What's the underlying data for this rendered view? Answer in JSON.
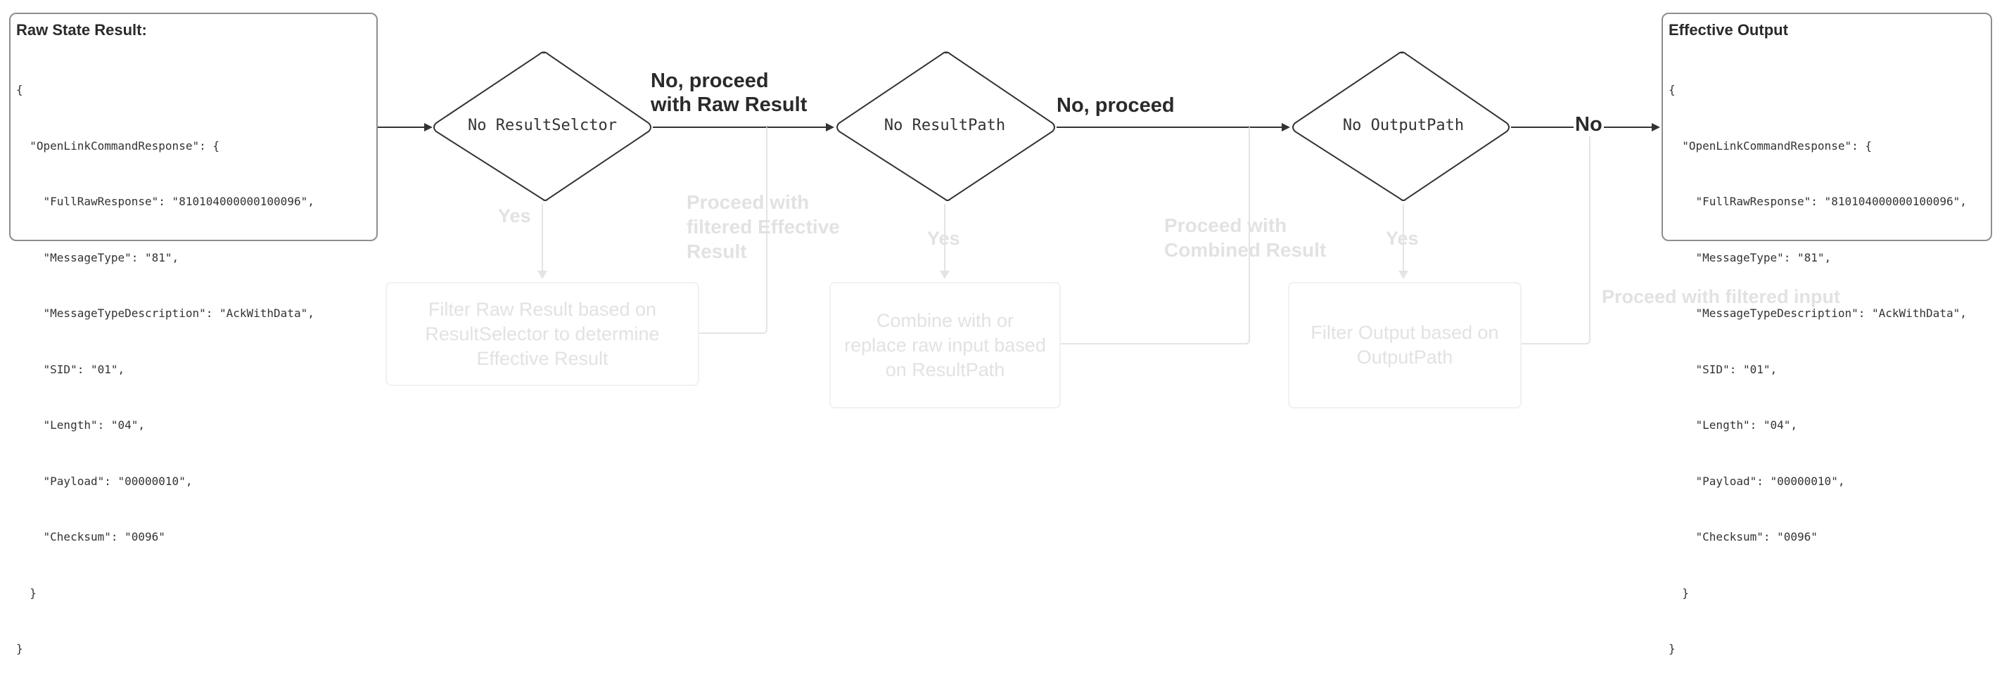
{
  "raw_box": {
    "title": "Raw State Result:",
    "lines": [
      "{",
      "  \"OpenLinkCommandResponse\": {",
      "    \"FullRawResponse\": \"810104000000100096\",",
      "    \"MessageType\": \"81\",",
      "    \"MessageTypeDescription\": \"AckWithData\",",
      "    \"SID\": \"01\",",
      "    \"Length\": \"04\",",
      "    \"Payload\": \"00000010\",",
      "    \"Checksum\": \"0096\"",
      "  }",
      "}"
    ]
  },
  "output_box": {
    "title": "Effective Output",
    "lines": [
      "{",
      "  \"OpenLinkCommandResponse\": {",
      "    \"FullRawResponse\": \"810104000000100096\",",
      "    \"MessageType\": \"81\",",
      "    \"MessageTypeDescription\": \"AckWithData\",",
      "    \"SID\": \"01\",",
      "    \"Length\": \"04\",",
      "    \"Payload\": \"00000010\",",
      "    \"Checksum\": \"0096\"",
      "  }",
      "}"
    ]
  },
  "decisions": [
    {
      "label": "No ResultSelctor"
    },
    {
      "label": "No ResultPath"
    },
    {
      "label": "No OutputPath"
    }
  ],
  "edge_labels": {
    "no_raw_line1": "No, proceed",
    "no_raw_line2": "with Raw Result",
    "no_proceed": "No, proceed",
    "no": "No"
  },
  "faded_labels": {
    "yes_1": "Yes",
    "yes_2": "Yes",
    "yes_3": "Yes",
    "proceed_filtered_effective": "Proceed with filtered Effective Result",
    "proceed_combined": "Proceed with Combined Result",
    "proceed_filtered_input": "Proceed with filtered input"
  },
  "faded_boxes": {
    "filter_raw": "Filter Raw Result based on ResultSelector to determine Effective Result",
    "combine": "Combine with or replace raw input based on ResultPath",
    "filter_output": "Filter Output based on OutputPath"
  },
  "colors": {
    "main_stroke": "#333333",
    "box_border": "#8e8e8e",
    "faded_stroke": "#e4e4e4",
    "faded_text": "#e2e2e2"
  }
}
